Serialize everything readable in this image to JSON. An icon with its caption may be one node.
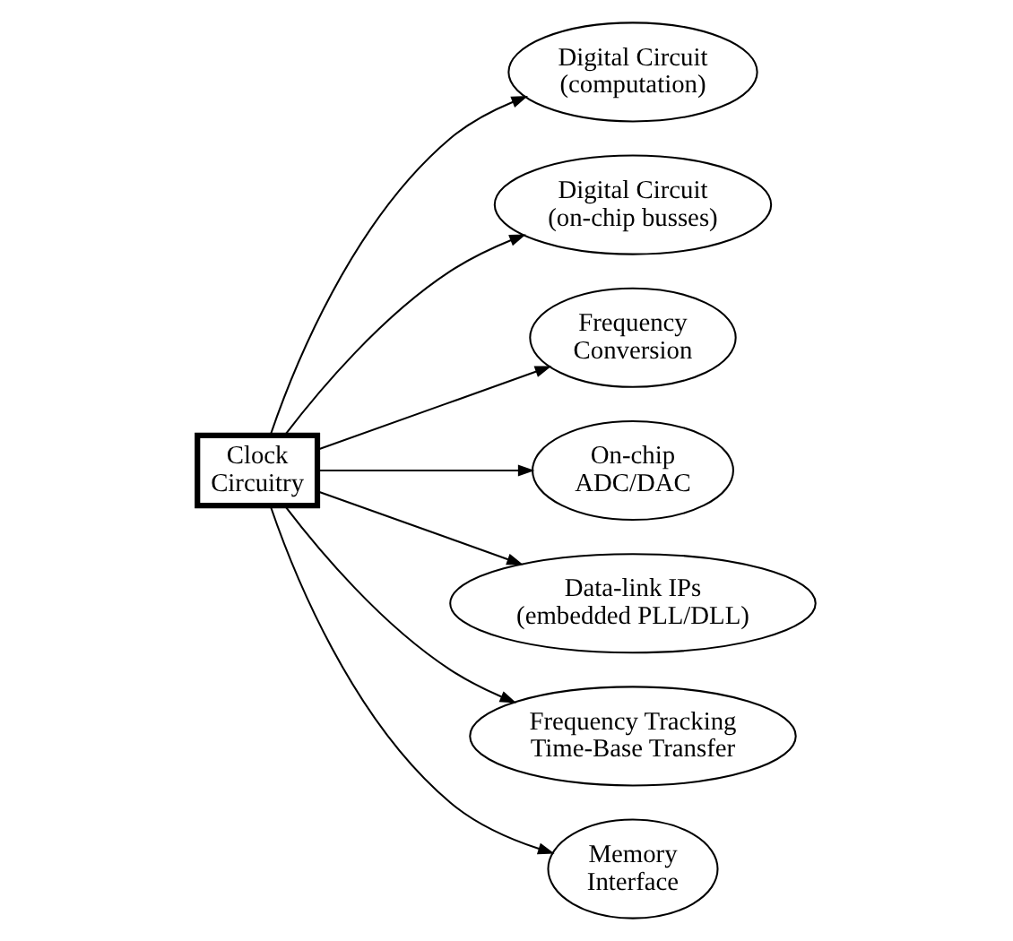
{
  "diagram": {
    "nodes": [
      {
        "text": [
          "Digital Circuit (computation)"
        ]
      },
      {
        "text": [
          "Digital Circuit (on-chip busses)"
        ]
      },
      {
        "text": [
          "Frequency Conversion"
        ]
      },
      {
        "text": [
          "Clock Circuitry"
        ]
      },
      {
        "text": [
          "On-chip ADC/DAC"
        ]
      },
      {
        "text": [
          "Data-link IPs (embedded PLL/DLL)"
        ]
      },
      {
        "text": [
          "Frequency Tracking Time-Base Transfer"
        ]
      },
      {
        "text": [
          "Memory Interface"
        ]
      }
    ],
    "edges": [
      {
        "from": 3,
        "to": 1,
        "arrow": "to"
      },
      {
        "from": 3,
        "to": 0,
        "arrow": "to"
      },
      {
        "from": 3,
        "to": 2,
        "arrow": "to"
      },
      {
        "from": 3,
        "to": 4,
        "arrow": "to"
      },
      {
        "from": 3,
        "to": 5,
        "arrow": "to"
      },
      {
        "from": 3,
        "to": 6,
        "arrow": "to"
      },
      {
        "from": 3,
        "to": 7,
        "arrow": "to"
      }
    ]
  }
}
